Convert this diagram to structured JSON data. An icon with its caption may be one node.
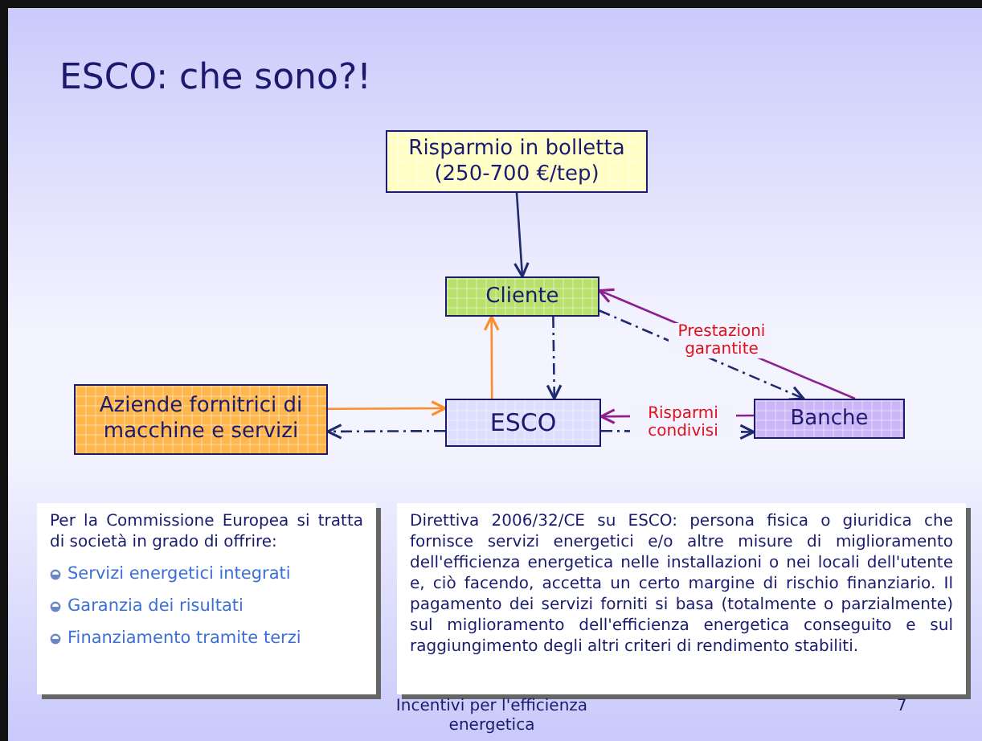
{
  "diagram": {
    "title": "ESCO: che sono?!",
    "nodes": [
      {
        "text": [
          "Risparmio in bolletta (250-700 €/tep)"
        ]
      },
      {
        "text": [
          "Cliente"
        ]
      },
      {
        "text": [
          "Aziende fornitrici di macchine e servizi"
        ]
      },
      {
        "text": [
          "ESCO"
        ]
      },
      {
        "text": [
          "Banche"
        ]
      },
      {
        "text": [
          "Per la Commissione Europea si tratta di società in grado di offrire:",
          "Servizi energetici integrati",
          "Garanzia dei risultati",
          "Finanziamento tramite terzi"
        ]
      },
      {
        "text": [
          "Direttiva 2006/32/CE su ESCO: persona fisica o giuridica che fornisce servizi energetici e/o altre misure di miglioramento dell'efficienza energetica nelle installazioni o nei locali dell'utente e, ciò facendo, accetta un certo margine di rischio finanziario. Il pagamento dei servizi forniti si basa (totalmente o parzialmente) sul miglioramento dell'efficienza energetica conseguito e sul raggiungimento degli altri criteri di rendimento stabiliti."
        ]
      }
    ],
    "edges": [
      {
        "from": 0,
        "to": 1,
        "arrow": "to"
      },
      {
        "from": 1,
        "to": 3,
        "arrow": "to",
        "style": "dashed"
      },
      {
        "from": 3,
        "to": 1,
        "arrow": "to",
        "color": "#ff8c2a"
      },
      {
        "from": 2,
        "to": 3,
        "arrow": "to",
        "color": "#ff8c2a"
      },
      {
        "from": 3,
        "to": 2,
        "arrow": "to",
        "style": "dashed"
      },
      {
        "from": 4,
        "to": 1,
        "arrow": "to",
        "color": "#8e1f8e"
      },
      {
        "from": 1,
        "to": 4,
        "arrow": "to",
        "style": "dashed",
        "label": "Prestazioni garantite"
      },
      {
        "from": 4,
        "to": 3,
        "arrow": "to",
        "color": "#8e1f8e"
      },
      {
        "from": 3,
        "to": 4,
        "arrow": "to",
        "style": "dashed",
        "label": "Risparmi condivisi"
      }
    ],
    "labels": [
      "Incentivi per l'efficienza energetica",
      "7"
    ]
  }
}
